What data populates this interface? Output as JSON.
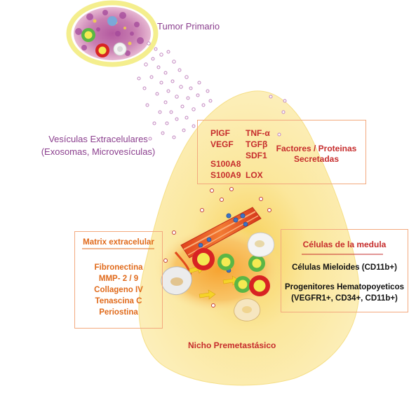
{
  "labels": {
    "tumor_primario": "Tumor Primario",
    "vesiculas_line1": "Vesículas Extracelulares",
    "vesiculas_line2": "(Exosomas, Microvesículas)",
    "nicho": "Nicho Premetastásico"
  },
  "factores": {
    "title_line1": "Factores / Proteinas",
    "title_line2": "Secretadas",
    "col1": [
      "PlGF",
      "VEGF",
      "S100A8",
      "S100A9"
    ],
    "col2": [
      "TNF-α",
      "TGFβ",
      "SDF1",
      "LOX"
    ]
  },
  "matrix": {
    "title": "Matrix extracelular",
    "items": [
      "Fibronectina",
      "MMP- 2 / 9",
      "Collageno IV",
      "Tenascina C",
      "Periostina"
    ]
  },
  "celulas": {
    "title": "Células de la medula",
    "mieloides": "Células Mieloides (CD11b+)",
    "progenitores_line1": "Progenitores Hematopoyeticos",
    "progenitores_line2": "(VEGFR1+, CD34+, CD11b+)"
  },
  "colors": {
    "purple_text": "#8b3f8e",
    "red_text": "#c62c2c",
    "orange_text": "#e06a1b",
    "box_border": "#f3a97e",
    "niche_fill": "#fbeaa0",
    "tumor_halo": "#f4ee7a"
  }
}
